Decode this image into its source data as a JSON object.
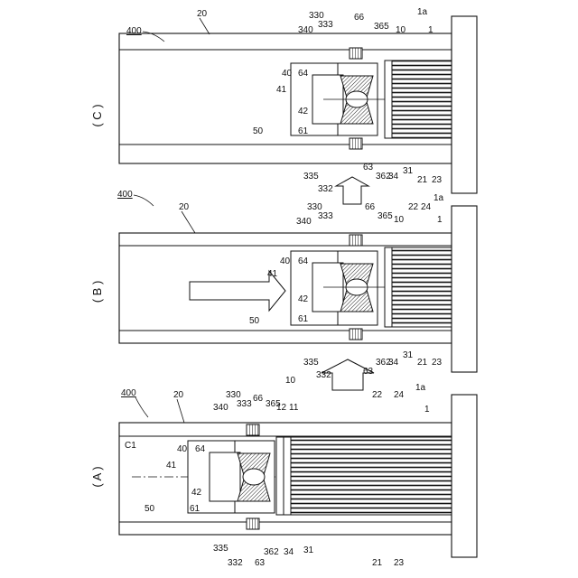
{
  "panels": [
    {
      "id": "A",
      "title": "( A )",
      "ref": "400",
      "labels": {
        "l20": "20",
        "l340": "340",
        "l330": "330",
        "l333": "333",
        "l66": "66",
        "l365": "365",
        "l10": "10",
        "l12": "12",
        "l11": "11",
        "l22": "22",
        "l24": "24",
        "l1a": "1a",
        "l1": "1",
        "lC1": "C1",
        "l64": "64",
        "l40": "40",
        "l41": "41",
        "l42": "42",
        "l61": "61",
        "l50": "50",
        "l335": "335",
        "l332": "332",
        "l63": "63",
        "l362": "362",
        "l34": "34",
        "l31": "31",
        "l21": "21",
        "l23": "23"
      }
    },
    {
      "id": "B",
      "title": "( B )",
      "ref": "400",
      "labels": {
        "l20": "20",
        "l340": "340",
        "l330": "330",
        "l333": "333",
        "l66": "66",
        "l365": "365",
        "l10": "10",
        "l22": "22",
        "l24": "24",
        "l1a": "1a",
        "l1": "1",
        "l64": "64",
        "l40": "40",
        "l41": "41",
        "l42": "42",
        "l61": "61",
        "l50": "50",
        "l335": "335",
        "l332": "332",
        "l63": "63",
        "l362": "362",
        "l34": "34",
        "l31": "31",
        "l21": "21",
        "l23": "23"
      }
    },
    {
      "id": "C",
      "title": "( C )",
      "ref": "400",
      "labels": {
        "l20": "20",
        "l340": "340",
        "l330": "330",
        "l333": "333",
        "l66": "66",
        "l365": "365",
        "l10": "10",
        "l1a": "1a",
        "l1": "1",
        "l64": "64",
        "l40": "40",
        "l41": "41",
        "l42": "42",
        "l61": "61",
        "l50": "50",
        "l335": "335",
        "l332": "332",
        "l63": "63",
        "l362": "362",
        "l34": "34",
        "l31": "31",
        "l21": "21",
        "l23": "23"
      }
    }
  ],
  "colors": {
    "line": "#111111",
    "hatch": "#444444",
    "background": "#ffffff"
  }
}
